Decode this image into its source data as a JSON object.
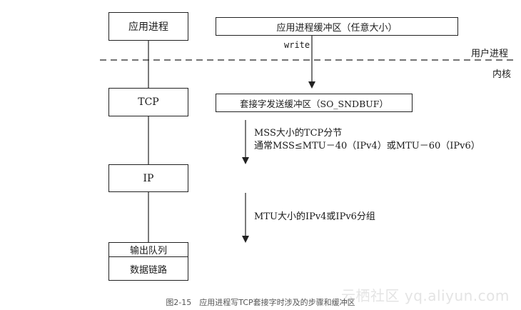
{
  "left_stack": {
    "app_process": "应用进程",
    "tcp": "TCP",
    "ip": "IP",
    "output_queue": "输出队列",
    "datalink": "数据链路"
  },
  "right_side": {
    "app_buffer": "应用进程缓冲区（任意大小）",
    "write_label": "write",
    "user_process_label": "用户进程",
    "kernel_label": "内核",
    "socket_send_buffer": "套接字发送缓冲区（SO_SNDBUF）",
    "tcp_segment_line1": "MSS大小的TCP分节",
    "tcp_segment_line2": "通常MSS≤MTU－40（IPv4）或MTU－60（IPv6）",
    "ip_packet": "MTU大小的IPv4或IPv6分组"
  },
  "caption": "图2-15　应用进程写TCP套接字时涉及的步骤和缓冲区",
  "watermark": "云栖社区 yq.aliyun.com"
}
